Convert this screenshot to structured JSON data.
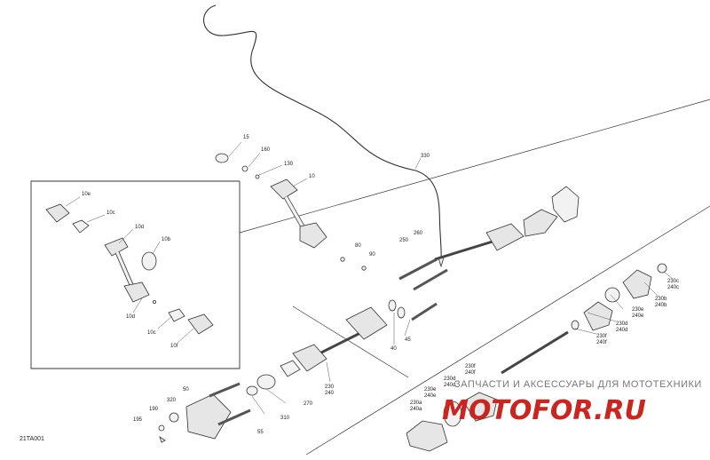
{
  "drawing_id": "21TA001",
  "watermark": {
    "tagline": "ЗАПЧАСТИ И АКСЕССУАРЫ ДЛЯ МОТОТЕХНИКИ",
    "logo": "MOTOFOR.RU"
  },
  "callouts": {
    "c15": "15",
    "c160": "160",
    "c130": "130",
    "c10": "10",
    "c330": "330",
    "c250": "250",
    "c260": "260",
    "c80": "80",
    "c90": "90",
    "c45": "45",
    "c40": "40",
    "c230": "230",
    "c240": "240",
    "c270": "270",
    "c310": "310",
    "c50": "50",
    "c55": "55",
    "c320": "320",
    "c190": "190",
    "c195": "195",
    "c10e": "10e",
    "c10c_top": "10c",
    "c10d_top": "10d",
    "c10b": "10b",
    "c10d_bottom": "10d",
    "c10c_bottom": "10c",
    "c10f": "10f",
    "c230c": "230c",
    "c240c": "240c",
    "c230b": "230b",
    "c240b": "240b",
    "c230e_r": "230e",
    "c240e_r": "240e",
    "c230d": "230d",
    "c240d": "240d",
    "c230f_r": "230f",
    "c240f_r": "240f",
    "c230f_l": "230f",
    "c240f_l": "240f",
    "c230d_l": "230d",
    "c240d_l": "240d",
    "c230e_l": "230e",
    "c240e_l": "240e",
    "c230a": "230a",
    "c240a": "240a"
  }
}
